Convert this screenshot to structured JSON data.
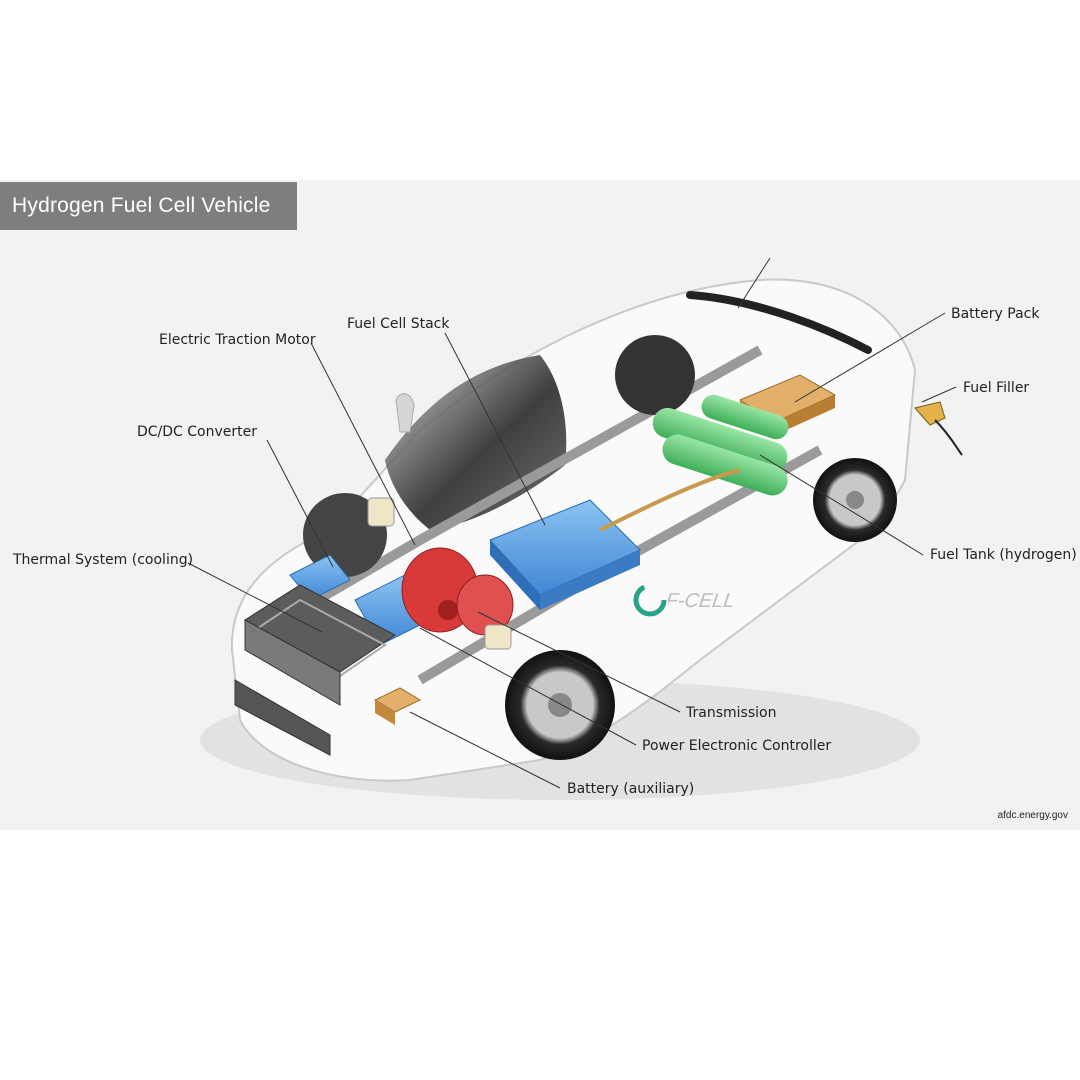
{
  "title": "Hydrogen Fuel Cell Vehicle",
  "source": "afdc.energy.gov",
  "badge_text": "F-CELL",
  "colors": {
    "banner": "#7e7e7e",
    "battery_blue": "#4a90d9",
    "motor_red": "#d83a3a",
    "tank_green": "#6fcf7f",
    "battery_orange": "#d9a050",
    "car_body": "#fafafa"
  },
  "components": [
    {
      "id": "electric-traction-motor",
      "label": "Electric Traction Motor"
    },
    {
      "id": "fuel-cell-stack",
      "label": "Fuel Cell Stack"
    },
    {
      "id": "dc-dc-converter",
      "label": "DC/DC Converter"
    },
    {
      "id": "thermal-system",
      "label": "Thermal System (cooling)"
    },
    {
      "id": "battery-pack",
      "label": "Battery Pack"
    },
    {
      "id": "fuel-filler",
      "label": "Fuel Filler"
    },
    {
      "id": "fuel-tank",
      "label": "Fuel Tank (hydrogen)"
    },
    {
      "id": "transmission",
      "label": "Transmission"
    },
    {
      "id": "power-electronic-controller",
      "label": "Power Electronic Controller"
    },
    {
      "id": "battery-auxiliary",
      "label": "Battery (auxiliary)"
    }
  ]
}
